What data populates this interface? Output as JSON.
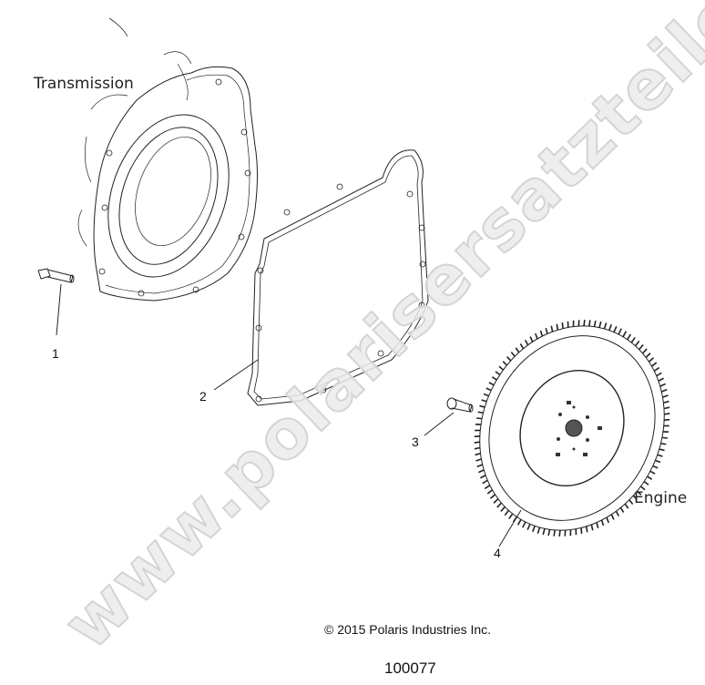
{
  "labels": {
    "transmission": "Transmission",
    "engine": "Engine"
  },
  "callouts": [
    "1",
    "2",
    "3",
    "4"
  ],
  "copyright": "© 2015 Polaris Industries Inc.",
  "figure_number": "100077",
  "watermark": "www.polarisersatzteile.de",
  "parts": [
    {
      "callout": "1",
      "icon": "bolt-flanged-icon"
    },
    {
      "callout": "2",
      "icon": "gasket-icon"
    },
    {
      "callout": "3",
      "icon": "bolt-icon"
    },
    {
      "callout": "4",
      "icon": "flywheel-icon"
    }
  ]
}
